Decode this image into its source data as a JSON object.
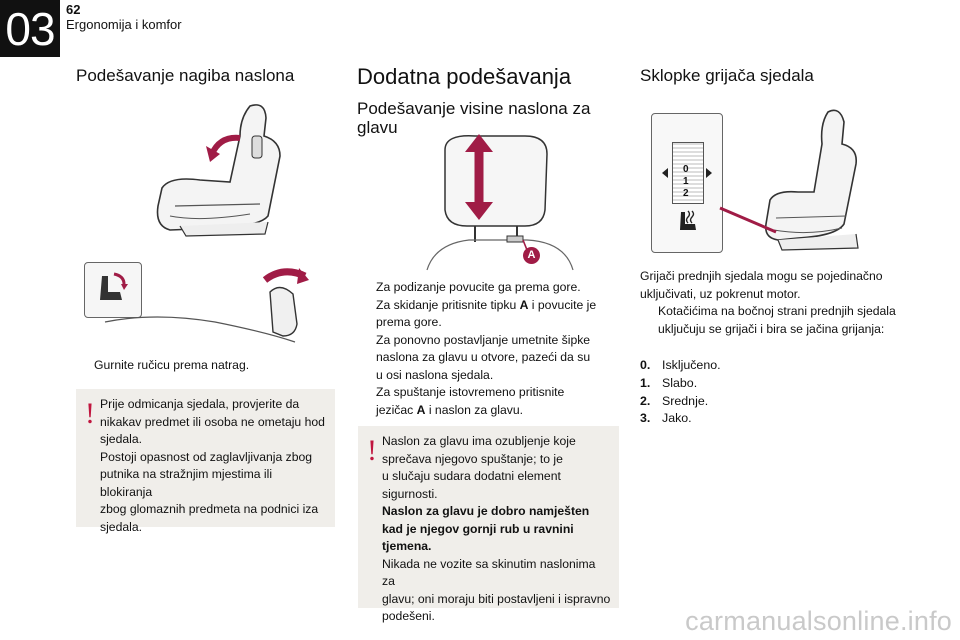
{
  "header": {
    "chapter": "03",
    "page_number": "62",
    "section": "Ergonomija i komfor"
  },
  "col1": {
    "title": "Podešavanje nagiba naslona",
    "bullet": "Gurnite ručicu prema natrag.",
    "warning_lines": [
      "Prije odmicanja sjedala, provjerite da",
      "nikakav predmet ili osoba ne ometaju hod",
      "sjedala.",
      "Postoji opasnost od zaglavljivanja zbog",
      "putnika na stražnjim mjestima ili blokiranja",
      "zbog glomaznih predmeta na podnici iza",
      "sjedala."
    ]
  },
  "col2": {
    "title": "Dodatna podešavanja",
    "subtitle_line1": "Podešavanje visine naslona za",
    "subtitle_line2": "glavu",
    "callout_label": "A",
    "bullets": [
      [
        "Za podizanje povucite ga prema gore."
      ],
      [
        "Za skidanje pritisnite tipku ",
        "A",
        " i povucite je",
        "prema gore."
      ],
      [
        "Za ponovno postavljanje umetnite šipke",
        "naslona za glavu u otvore, pazeći da su",
        "u osi naslona sjedala."
      ],
      [
        "Za spuštanje istovremeno pritisnite",
        "jezičac ",
        "A",
        " i naslon za glavu."
      ]
    ],
    "warning": {
      "l1": "Naslon za glavu ima ozubljenje koje",
      "l2": "sprečava njegovo spuštanje; to je",
      "l3": "u slučaju sudara dodatni element",
      "l4": "sigurnosti.",
      "b1": "Naslon za glavu je dobro namješten",
      "b2": "kad je njegov gornji rub u ravnini",
      "b3": "tjemena.",
      "l5": "Nikada ne vozite sa skinutim naslonima za",
      "l6": "glavu; oni moraju biti postavljeni i ispravno",
      "l7": "podešeni."
    }
  },
  "col3": {
    "title": "Sklopke grijača sjedala",
    "intro_line1": "Grijači prednjih sjedala mogu se pojedinačno",
    "intro_line2": "uključivati, uz pokrenut motor.",
    "bullet_line1": "Kotačićima na bočnoj strani prednjih sjedala",
    "bullet_line2": "uključuju se grijači i bira se jačina grijanja:",
    "dial_labels": [
      "0",
      "1",
      "2"
    ],
    "levels": [
      {
        "num": "0.",
        "label": "Isključeno."
      },
      {
        "num": "1.",
        "label": "Slabo."
      },
      {
        "num": "2.",
        "label": "Srednje."
      },
      {
        "num": "3.",
        "label": "Jako."
      }
    ]
  },
  "bullet_mark": "",
  "warning_mark": "!",
  "watermark": "carmanualsonline.info",
  "colors": {
    "accent": "#a01c46",
    "chapter_bg": "#111111",
    "warning_bg": "#f0eeea",
    "excl": "#c0163f"
  }
}
